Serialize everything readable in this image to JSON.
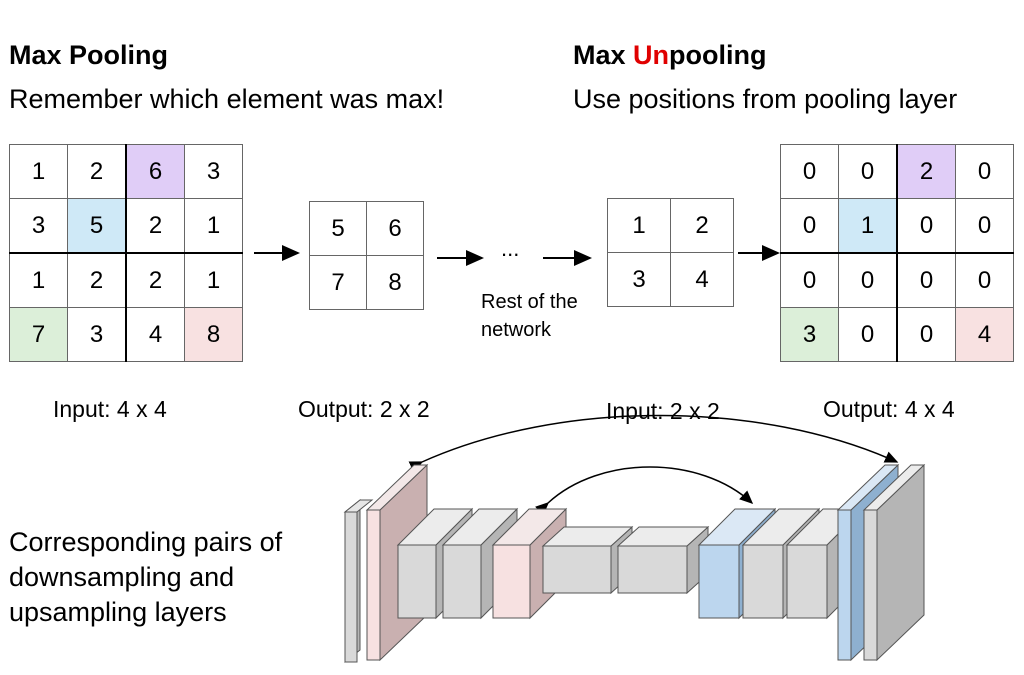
{
  "left": {
    "title": "Max Pooling",
    "subtitle": "Remember which element was max!"
  },
  "right": {
    "title_prefix": "Max ",
    "title_highlight": "Un",
    "title_suffix": "pooling",
    "subtitle": "Use positions from pooling layer"
  },
  "pool_input": [
    [
      "1",
      "2",
      "6",
      "3"
    ],
    [
      "3",
      "5",
      "2",
      "1"
    ],
    [
      "1",
      "2",
      "2",
      "1"
    ],
    [
      "7",
      "3",
      "4",
      "8"
    ]
  ],
  "pool_output": [
    [
      "5",
      "6"
    ],
    [
      "7",
      "8"
    ]
  ],
  "unpool_input": [
    [
      "1",
      "2"
    ],
    [
      "3",
      "4"
    ]
  ],
  "unpool_output": [
    [
      "0",
      "0",
      "2",
      "0"
    ],
    [
      "0",
      "1",
      "0",
      "0"
    ],
    [
      "0",
      "0",
      "0",
      "0"
    ],
    [
      "3",
      "0",
      "0",
      "4"
    ]
  ],
  "ellipsis": "...",
  "rest_label": [
    "Rest of the",
    "network"
  ],
  "labels": {
    "input_4x4": "Input: 4 x 4",
    "output_2x2": "Output: 2 x 2",
    "input_2x2": "Input: 2 x 2",
    "output_4x4": "Output: 4 x 4"
  },
  "caption": [
    "Corresponding pairs of",
    "downsampling and",
    "upsampling layers"
  ],
  "colors": {
    "purple": "#e0cdf7",
    "blue": "#cfe9f7",
    "green": "#dcefd9",
    "pink": "#f8e1e1",
    "gray_face": "#d9d9d9",
    "gray_side": "#b5b5b5",
    "pink_face": "#f7e1e1",
    "pink_side": "#c9b0b0",
    "blue_face": "#bcd6ee",
    "blue_side": "#8eb0d0"
  }
}
